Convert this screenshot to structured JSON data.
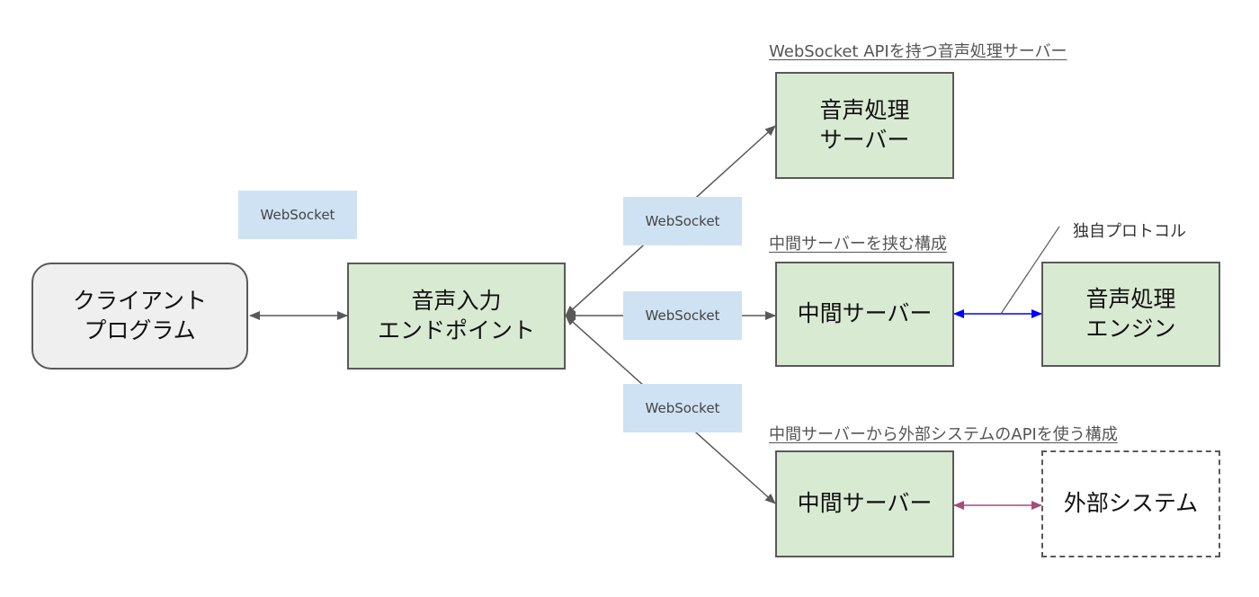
{
  "nodes": {
    "client": "クライアント\nプログラム",
    "endpoint": "音声入力\nエンドポイント",
    "audio_server": "音声処理\nサーバー",
    "middle_server_1": "中間サーバー",
    "audio_engine": "音声処理\nエンジン",
    "middle_server_2": "中間サーバー",
    "external_system": "外部システム"
  },
  "labels": {
    "ws_1": "WebSocket",
    "ws_2": "WebSocket",
    "ws_3": "WebSocket",
    "ws_4": "WebSocket",
    "proprietary_protocol": "独自プロトコル"
  },
  "captions": {
    "websocket_api_server": "WebSocket APIを持つ音声処理サーバー",
    "middle_server_config": "中間サーバーを挟む構成",
    "external_api_config": "中間サーバーから外部システムのAPIを使う構成"
  },
  "colors": {
    "box_fill": "#d9ead3",
    "client_fill": "#efefef",
    "label_fill": "#cfe2f3",
    "border": "#595959",
    "proprietary_link": "#0000ff",
    "external_link": "#a64d79"
  }
}
